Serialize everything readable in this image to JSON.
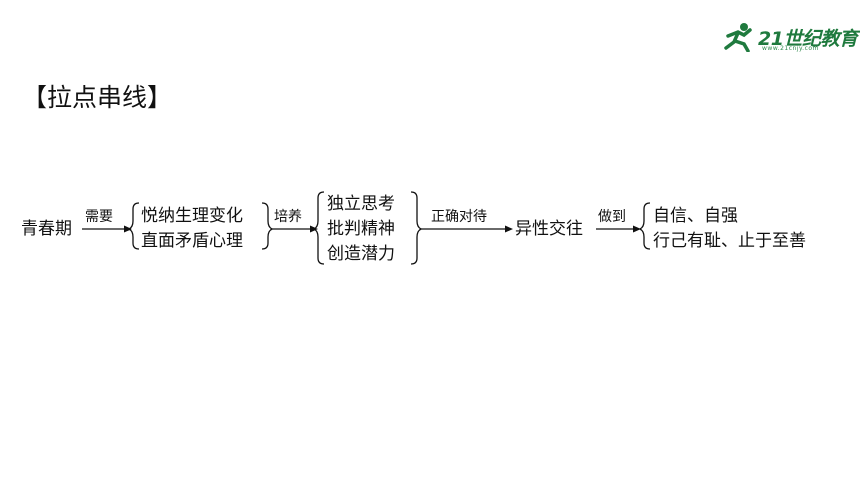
{
  "logo": {
    "text": "21世纪教育",
    "sub": "www.21cnjy.com"
  },
  "title": "【拉点串线】",
  "diagram": {
    "start": "青春期",
    "edge1": "需要",
    "group1": [
      "悦纳生理变化",
      "直面矛盾心理"
    ],
    "edge2": "培养",
    "group2": [
      "独立思考",
      "批判精神",
      "创造潜力"
    ],
    "edge3": "正确对待",
    "mid": "异性交往",
    "edge4": "做到",
    "group3": [
      "自信、自强",
      "行己有耻、止于至善"
    ]
  },
  "colors": {
    "logo_green": "#1f7a3e",
    "text": "#111111"
  }
}
